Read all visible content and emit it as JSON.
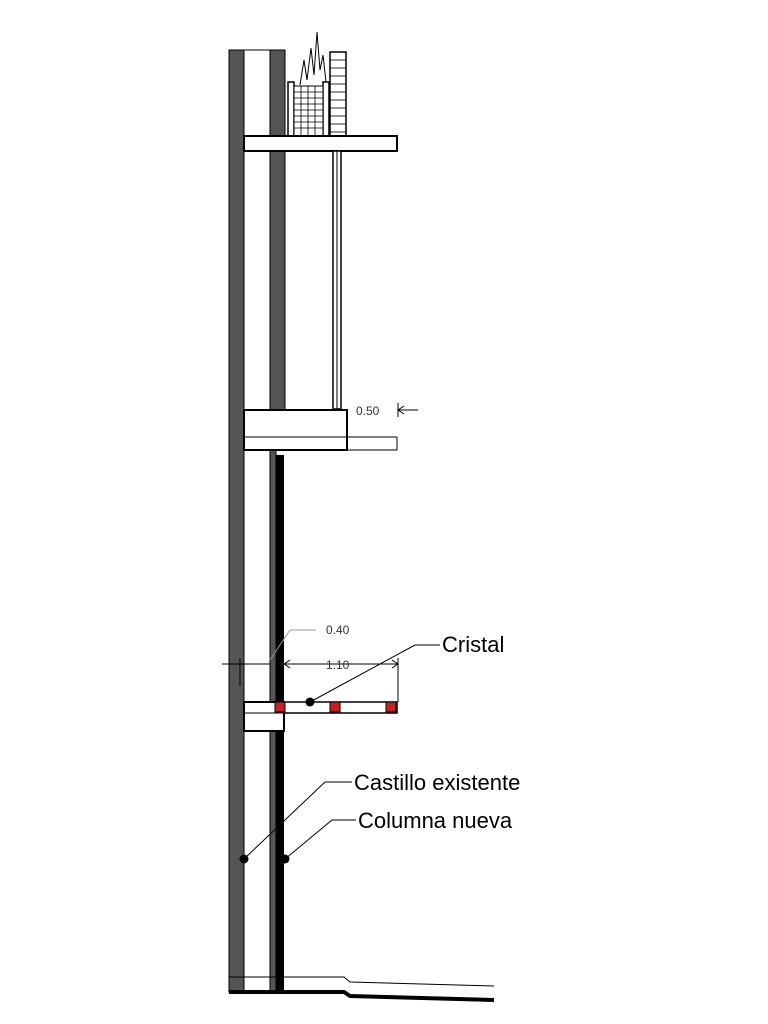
{
  "dimensions": {
    "sill_offset": "0.50",
    "column_offset": "0.40",
    "balcony_projection": "1.10"
  },
  "callouts": {
    "glass": "Cristal",
    "existing_tie_column": "Castillo existente",
    "new_column": "Columna nueva"
  },
  "colors": {
    "wall_fill": "#555555",
    "column_fill": "#000000",
    "railing_post": "#cc1f1f",
    "line": "#000000"
  },
  "icons": {
    "leader_dot": "filled-circle"
  }
}
